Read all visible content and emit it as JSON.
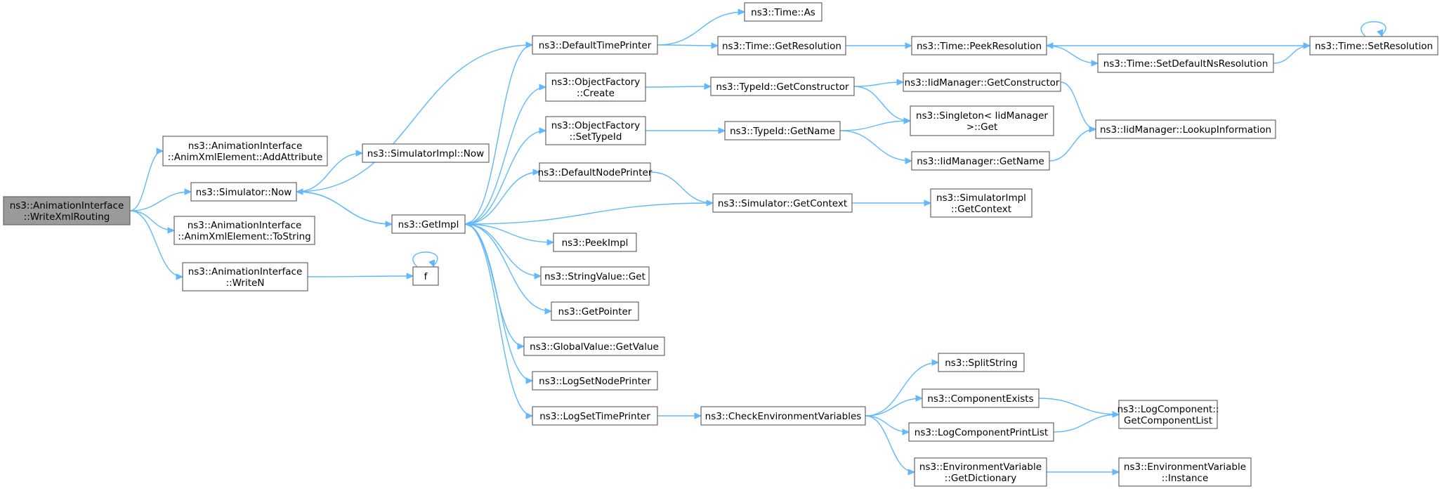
{
  "graph": {
    "colors": {
      "edge": "#63b8ff",
      "node_border": "#666666",
      "root_fill": "#9a9a9a",
      "background": "#ffffff"
    },
    "nodes": [
      {
        "id": "root",
        "lines": [
          "ns3::AnimationInterface",
          "::WriteXmlRouting"
        ],
        "root": true
      },
      {
        "id": "addattr",
        "lines": [
          "ns3::AnimationInterface",
          "::AnimXmlElement::AddAttribute"
        ]
      },
      {
        "id": "simnow",
        "lines": [
          "ns3::Simulator::Now"
        ]
      },
      {
        "id": "tostring",
        "lines": [
          "ns3::AnimationInterface",
          "::AnimXmlElement::ToString"
        ]
      },
      {
        "id": "writen",
        "lines": [
          "ns3::AnimationInterface",
          "::WriteN"
        ]
      },
      {
        "id": "simimplnow",
        "lines": [
          "ns3::SimulatorImpl::Now"
        ]
      },
      {
        "id": "getimpl",
        "lines": [
          "ns3::GetImpl"
        ]
      },
      {
        "id": "f",
        "lines": [
          "f"
        ]
      },
      {
        "id": "deftimeprinter",
        "lines": [
          "ns3::DefaultTimePrinter"
        ]
      },
      {
        "id": "ofcreate",
        "lines": [
          "ns3::ObjectFactory",
          "::Create"
        ]
      },
      {
        "id": "ofsettypeid",
        "lines": [
          "ns3::ObjectFactory",
          "::SetTypeId"
        ]
      },
      {
        "id": "defnodeprinter",
        "lines": [
          "ns3::DefaultNodePrinter"
        ]
      },
      {
        "id": "peekimpl",
        "lines": [
          "ns3::PeekImpl"
        ]
      },
      {
        "id": "stringvalueget",
        "lines": [
          "ns3::StringValue::Get"
        ]
      },
      {
        "id": "getpointer",
        "lines": [
          "ns3::GetPointer"
        ]
      },
      {
        "id": "globalvalueget",
        "lines": [
          "ns3::GlobalValue::GetValue"
        ]
      },
      {
        "id": "logsetnodeprinter",
        "lines": [
          "ns3::LogSetNodePrinter"
        ]
      },
      {
        "id": "logsettimeprinter",
        "lines": [
          "ns3::LogSetTimePrinter"
        ]
      },
      {
        "id": "timeas",
        "lines": [
          "ns3::Time::As"
        ]
      },
      {
        "id": "timegetres",
        "lines": [
          "ns3::Time::GetResolution"
        ]
      },
      {
        "id": "typeidgetctor",
        "lines": [
          "ns3::TypeId::GetConstructor"
        ]
      },
      {
        "id": "typeidgetname",
        "lines": [
          "ns3::TypeId::GetName"
        ]
      },
      {
        "id": "simgetcontext",
        "lines": [
          "ns3::Simulator::GetContext"
        ]
      },
      {
        "id": "checkenv",
        "lines": [
          "ns3::CheckEnvironmentVariables"
        ]
      },
      {
        "id": "timepeekres",
        "lines": [
          "ns3::Time::PeekResolution"
        ]
      },
      {
        "id": "iidgetctor",
        "lines": [
          "ns3::IidManager::GetConstructor"
        ]
      },
      {
        "id": "singletonget",
        "lines": [
          "ns3::Singleton< IidManager",
          ">::Get"
        ]
      },
      {
        "id": "iidgetname",
        "lines": [
          "ns3::IidManager::GetName"
        ]
      },
      {
        "id": "simimplgetcontext",
        "lines": [
          "ns3::SimulatorImpl",
          "::GetContext"
        ]
      },
      {
        "id": "splitstring",
        "lines": [
          "ns3::SplitString"
        ]
      },
      {
        "id": "compexists",
        "lines": [
          "ns3::ComponentExists"
        ]
      },
      {
        "id": "logcompprintlist",
        "lines": [
          "ns3::LogComponentPrintList"
        ]
      },
      {
        "id": "envgetdict",
        "lines": [
          "ns3::EnvironmentVariable",
          "::GetDictionary"
        ]
      },
      {
        "id": "timesetdefns",
        "lines": [
          "ns3::Time::SetDefaultNsResolution"
        ]
      },
      {
        "id": "iidlookup",
        "lines": [
          "ns3::IidManager::LookupInformation"
        ]
      },
      {
        "id": "logcompgetlist",
        "lines": [
          "ns3::LogComponent::",
          "GetComponentList"
        ]
      },
      {
        "id": "envinstance",
        "lines": [
          "ns3::EnvironmentVariable",
          "::Instance"
        ]
      },
      {
        "id": "timesetres",
        "lines": [
          "ns3::Time::SetResolution"
        ]
      }
    ],
    "edges": [
      [
        "root",
        "addattr"
      ],
      [
        "root",
        "simnow"
      ],
      [
        "root",
        "tostring"
      ],
      [
        "root",
        "writen"
      ],
      [
        "simnow",
        "simimplnow"
      ],
      [
        "simnow",
        "getimpl"
      ],
      [
        "writen",
        "f"
      ],
      [
        "f",
        "f"
      ],
      [
        "getimpl",
        "simnow"
      ],
      [
        "getimpl",
        "deftimeprinter"
      ],
      [
        "getimpl",
        "ofcreate"
      ],
      [
        "getimpl",
        "ofsettypeid"
      ],
      [
        "getimpl",
        "defnodeprinter"
      ],
      [
        "getimpl",
        "peekimpl"
      ],
      [
        "getimpl",
        "stringvalueget"
      ],
      [
        "getimpl",
        "getpointer"
      ],
      [
        "getimpl",
        "globalvalueget"
      ],
      [
        "getimpl",
        "logsetnodeprinter"
      ],
      [
        "getimpl",
        "logsettimeprinter"
      ],
      [
        "simnow",
        "deftimeprinter"
      ],
      [
        "deftimeprinter",
        "timeas"
      ],
      [
        "deftimeprinter",
        "timegetres"
      ],
      [
        "timegetres",
        "timepeekres"
      ],
      [
        "timepeekres",
        "timesetdefns"
      ],
      [
        "timesetdefns",
        "timesetres"
      ],
      [
        "timesetres",
        "timepeekres"
      ],
      [
        "timesetres",
        "timesetres"
      ],
      [
        "ofcreate",
        "typeidgetctor"
      ],
      [
        "typeidgetctor",
        "iidgetctor"
      ],
      [
        "typeidgetctor",
        "singletonget"
      ],
      [
        "iidgetctor",
        "iidlookup"
      ],
      [
        "ofsettypeid",
        "typeidgetname"
      ],
      [
        "typeidgetname",
        "singletonget"
      ],
      [
        "typeidgetname",
        "iidgetname"
      ],
      [
        "iidgetname",
        "iidlookup"
      ],
      [
        "defnodeprinter",
        "simgetcontext"
      ],
      [
        "simgetcontext",
        "getimpl"
      ],
      [
        "simgetcontext",
        "simimplgetcontext"
      ],
      [
        "logsettimeprinter",
        "checkenv"
      ],
      [
        "checkenv",
        "splitstring"
      ],
      [
        "checkenv",
        "compexists"
      ],
      [
        "checkenv",
        "logcompprintlist"
      ],
      [
        "checkenv",
        "envgetdict"
      ],
      [
        "compexists",
        "logcompgetlist"
      ],
      [
        "logcompprintlist",
        "logcompgetlist"
      ],
      [
        "envgetdict",
        "envinstance"
      ]
    ]
  }
}
